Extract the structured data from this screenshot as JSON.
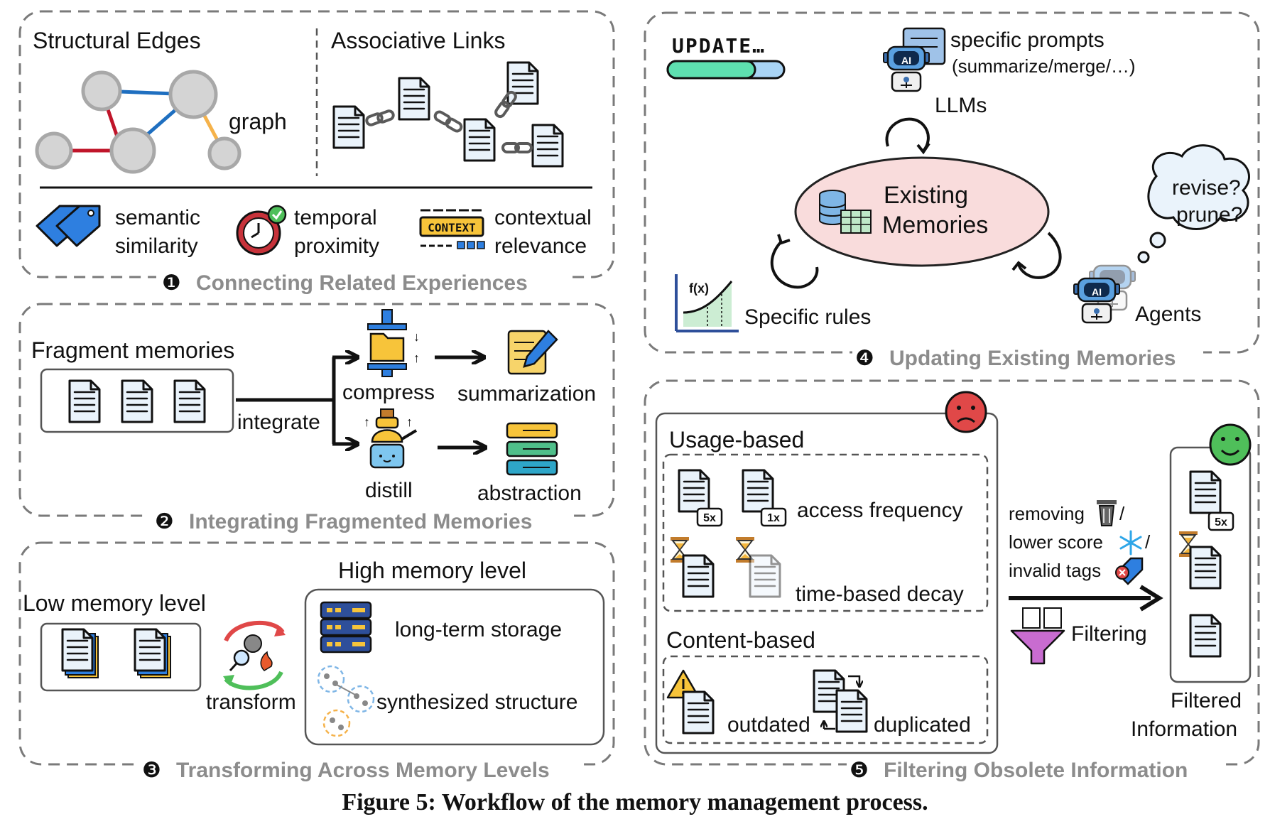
{
  "panel1": {
    "structural_title": "Structural Edges",
    "associative_title": "Associative Links",
    "graph_label": "graph",
    "semantic": [
      "semantic",
      "similarity"
    ],
    "temporal": [
      "temporal",
      "proximity"
    ],
    "contextual": [
      "contextual",
      "relevance"
    ],
    "context_tag": "CONTEXT",
    "number": "❶",
    "caption": "Connecting Related Experiences"
  },
  "panel2": {
    "fragment_title": "Fragment memories",
    "integrate": "integrate",
    "compress": "compress",
    "summarization": "summarization",
    "distill": "distill",
    "abstraction": "abstraction",
    "number": "❷",
    "caption": "Integrating Fragmented Memories"
  },
  "panel3": {
    "high_title": "High memory level",
    "low_title": "Low memory level",
    "transform": "transform",
    "long_term": "long-term storage",
    "synthesized": "synthesized structure",
    "number": "❸",
    "caption": "Transforming Across Memory Levels"
  },
  "panel4": {
    "update_label": "UPDATE…",
    "update_progress": 0.75,
    "prompts": [
      "specific prompts",
      "(summarize/merge/…)"
    ],
    "llms": "LLMs",
    "ai_badge": "AI",
    "existing": [
      "Existing",
      "Memories"
    ],
    "thought": [
      "revise?",
      "prune?"
    ],
    "fx": "f(x)",
    "rules": "Specific rules",
    "agents": "Agents",
    "number": "❹",
    "caption": "Updating Existing Memories"
  },
  "panel5": {
    "usage_title": "Usage-based",
    "badge_5x": "5x",
    "badge_1x": "1x",
    "access_frequency": "access frequency",
    "time_decay": "time-based decay",
    "content_title": "Content-based",
    "outdated": "outdated",
    "duplicated": "duplicated",
    "removing": "removing",
    "lower_score": "lower score",
    "invalid_tags": "invalid tags",
    "slash": "/",
    "filtering": "Filtering",
    "filtered": [
      "Filtered",
      "Information"
    ],
    "number": "❺",
    "caption": "Filtering Obsolete Information"
  },
  "figure_caption": "Figure 5: Workflow of the memory management process."
}
